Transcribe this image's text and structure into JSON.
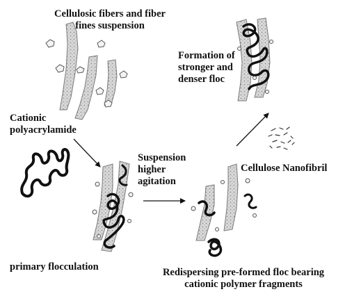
{
  "labels": {
    "suspension_line1": "Cellulosic fibers and fiber",
    "suspension_line2": "fines suspension",
    "floc_line1": "Formation of",
    "floc_line2": "stronger and",
    "floc_line3": "denser floc",
    "cpam_line1": "Cationic",
    "cpam_line2": "polyacrylamide",
    "agitation_line1": "Suspension",
    "agitation_line2": "higher",
    "agitation_line3": "agitation",
    "cnf": "Cellulose Nanofibril",
    "primary": "primary flocculation",
    "redisperse_line1": "Redispersing pre-formed floc bearing",
    "redisperse_line2": "cationic polymer fragments"
  },
  "colors": {
    "text": "#111111",
    "fiber_fill": "#d2d2d2",
    "fiber_outline": "#7a7a7a",
    "polymer": "#111111",
    "arrow": "#111111"
  }
}
